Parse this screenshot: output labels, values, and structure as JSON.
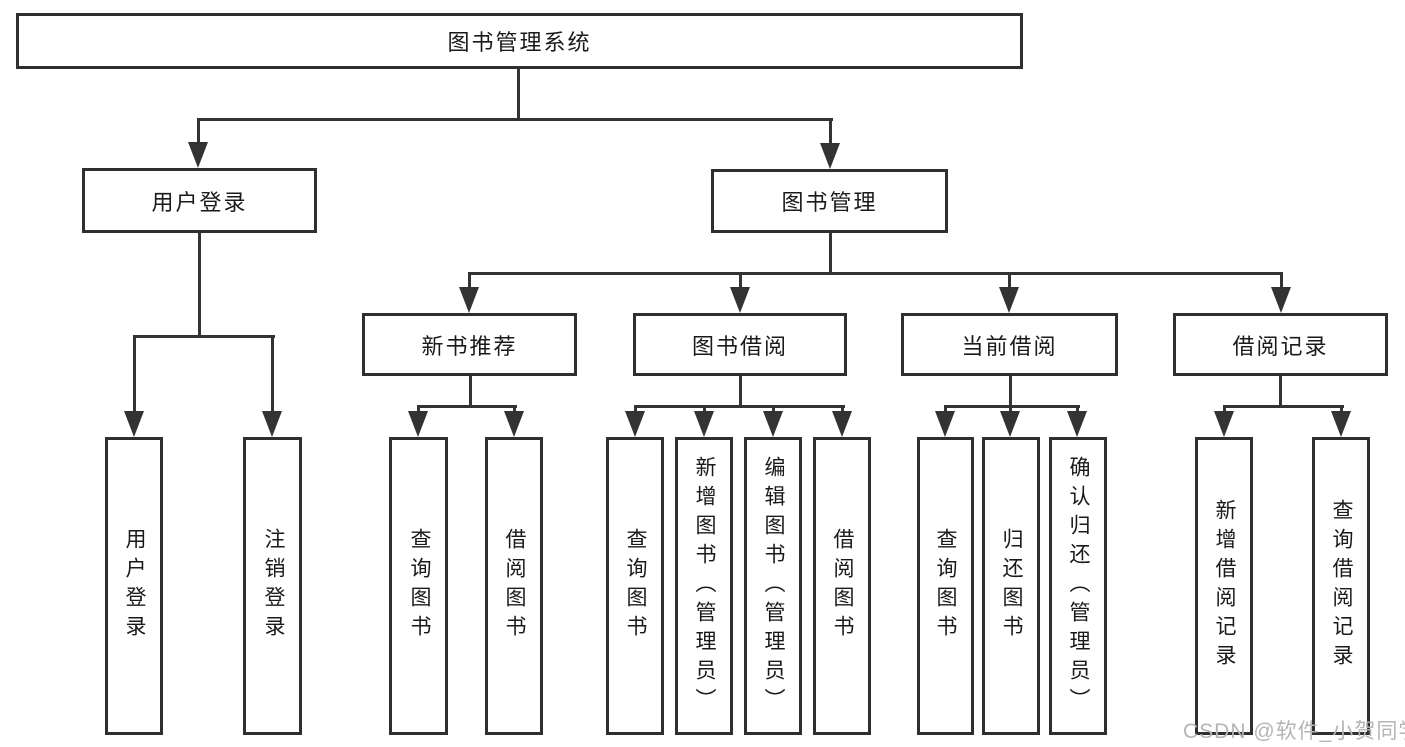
{
  "page": {
    "background": "#ffffff",
    "type": "functional-structure-diagram"
  },
  "colors": {
    "line": "#333333",
    "box_border": "#2f2f2f",
    "text": "#1a1a1a",
    "watermark": "#b5b5b5"
  },
  "tree": {
    "root": {
      "label": "图书管理系统"
    },
    "children": [
      {
        "label": "用户登录",
        "children": [
          {
            "label": "用户登录"
          },
          {
            "label": "注销登录"
          }
        ]
      },
      {
        "label": "图书管理",
        "children": [
          {
            "label": "新书推荐",
            "children": [
              {
                "label": "查询图书"
              },
              {
                "label": "借阅图书"
              }
            ]
          },
          {
            "label": "图书借阅",
            "children": [
              {
                "label": "查询图书"
              },
              {
                "label": "新增图书（管理员）"
              },
              {
                "label": "编辑图书（管理员）"
              },
              {
                "label": "借阅图书"
              }
            ]
          },
          {
            "label": "当前借阅",
            "children": [
              {
                "label": "查询图书"
              },
              {
                "label": "归还图书"
              },
              {
                "label": "确认归还（管理员）"
              }
            ]
          },
          {
            "label": "借阅记录",
            "children": [
              {
                "label": "新增借阅记录"
              },
              {
                "label": "查询借阅记录"
              }
            ]
          }
        ]
      }
    ]
  },
  "watermark": {
    "text": "CSDN @软件_小贺同学"
  }
}
